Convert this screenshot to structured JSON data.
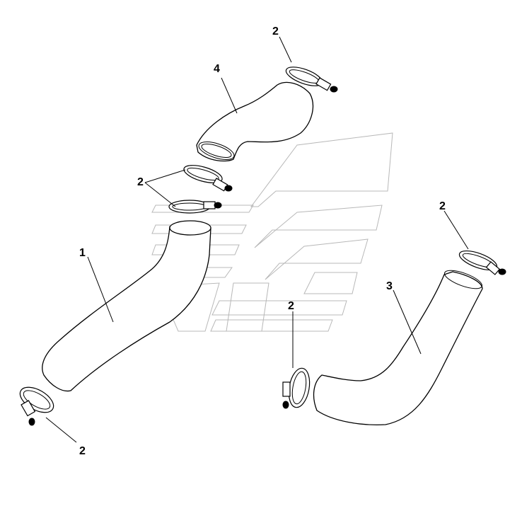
{
  "diagram": {
    "callouts": [
      {
        "id": "hose-lower",
        "text": "1"
      },
      {
        "id": "hose-right",
        "text": "3"
      },
      {
        "id": "hose-upper",
        "text": "4"
      },
      {
        "id": "clamp-top",
        "text": "2"
      },
      {
        "id": "clamp-middle",
        "text": "2"
      },
      {
        "id": "clamp-right",
        "text": "2"
      },
      {
        "id": "clamp-center",
        "text": "2"
      },
      {
        "id": "clamp-bottom",
        "text": "2"
      }
    ]
  }
}
